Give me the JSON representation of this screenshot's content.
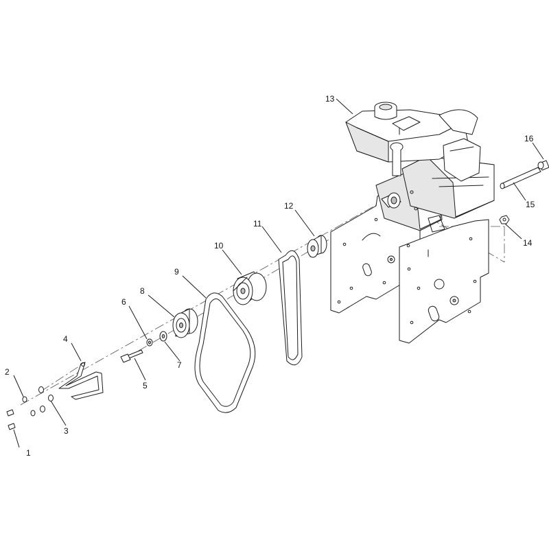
{
  "callouts": [
    {
      "id": 1,
      "label": "1"
    },
    {
      "id": 2,
      "label": "2"
    },
    {
      "id": 3,
      "label": "3"
    },
    {
      "id": 4,
      "label": "4"
    },
    {
      "id": 5,
      "label": "5"
    },
    {
      "id": 6,
      "label": "6"
    },
    {
      "id": 7,
      "label": "7"
    },
    {
      "id": 8,
      "label": "8"
    },
    {
      "id": 9,
      "label": "9"
    },
    {
      "id": 10,
      "label": "10"
    },
    {
      "id": 11,
      "label": "11"
    },
    {
      "id": 12,
      "label": "12"
    },
    {
      "id": 13,
      "label": "13"
    },
    {
      "id": 14,
      "label": "14"
    },
    {
      "id": 15,
      "label": "15"
    },
    {
      "id": 16,
      "label": "16"
    }
  ]
}
